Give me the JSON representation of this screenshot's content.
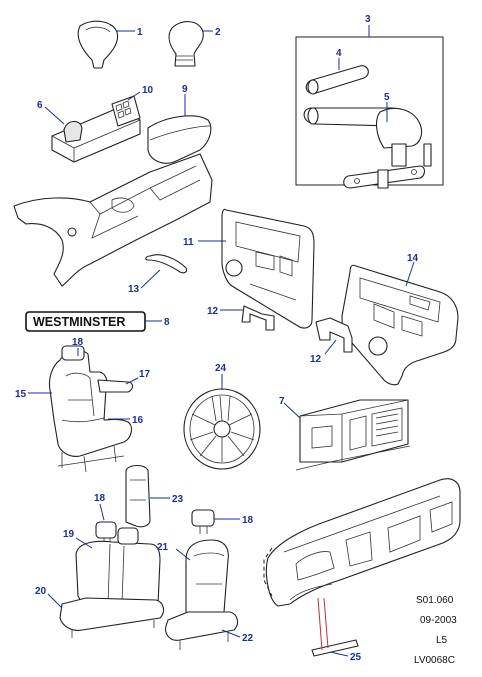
{
  "callouts": {
    "c1": "1",
    "c2": "2",
    "c3": "3",
    "c4": "4",
    "c5": "5",
    "c6": "6",
    "c7": "7",
    "c8": "8",
    "c9": "9",
    "c10": "10",
    "c11": "11",
    "c12a": "12",
    "c12b": "12",
    "c13": "13",
    "c14": "14",
    "c15": "15",
    "c16": "16",
    "c17": "17",
    "c18a": "18",
    "c18b": "18",
    "c18c": "18",
    "c19": "19",
    "c20": "20",
    "c21": "21",
    "c22": "22",
    "c23": "23",
    "c24": "24",
    "c25": "25"
  },
  "badge": {
    "text": "WESTMINSTER"
  },
  "meta": {
    "section": "S01.060",
    "date": "09-2003",
    "level": "L5",
    "figure": "LV0068C"
  },
  "colors": {
    "callout": "#1a2d9c",
    "outline": "#222222"
  }
}
